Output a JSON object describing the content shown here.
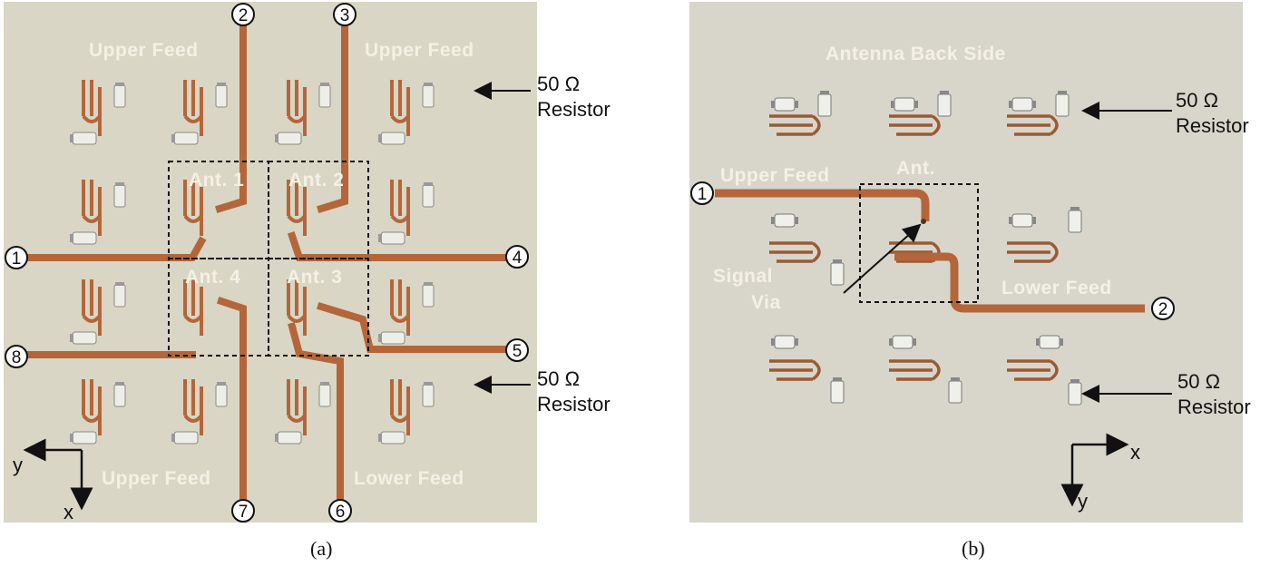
{
  "panel_a": {
    "caption": "(a)",
    "labels": {
      "upper_feed_tl": "Upper Feed",
      "upper_feed_tr": "Upper Feed",
      "upper_feed_bl": "Upper Feed",
      "lower_feed_br": "Lower Feed",
      "ant1": "Ant. 1",
      "ant2": "Ant. 2",
      "ant3": "Ant. 3",
      "ant4": "Ant. 4",
      "resistor_top_line1": "50 Ω",
      "resistor_top_line2": "Resistor",
      "resistor_bot_line1": "50 Ω",
      "resistor_bot_line2": "Resistor",
      "axis_y": "y",
      "axis_x": "x"
    },
    "ports": [
      "1",
      "2",
      "3",
      "4",
      "5",
      "6",
      "7",
      "8"
    ]
  },
  "panel_b": {
    "caption": "(b)",
    "labels": {
      "title": "Antenna Back Side",
      "upper_feed": "Upper Feed",
      "lower_feed": "Lower Feed",
      "ant": "Ant.",
      "signal": "Signal",
      "via": "Via",
      "resistor_top_line1": "50 Ω",
      "resistor_top_line2": "Resistor",
      "resistor_bot_line1": "50 Ω",
      "resistor_bot_line2": "Resistor",
      "axis_x": "x",
      "axis_y": "y"
    },
    "ports": [
      "1",
      "2"
    ]
  },
  "colors": {
    "board": "#d9d6c5",
    "copper": "#b4663a",
    "component": "#e8e8e2",
    "label_text": "#f4f1e4"
  }
}
